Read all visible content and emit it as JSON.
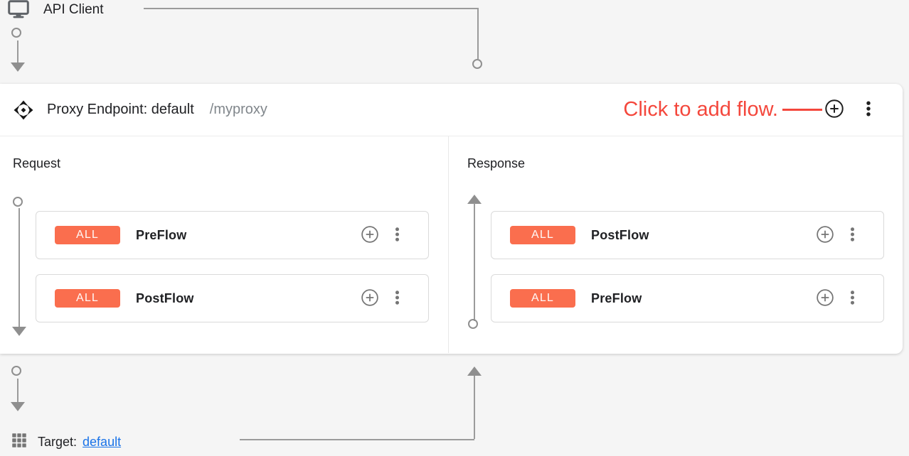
{
  "colors": {
    "badge_orange": "#fa6e4e",
    "annotation_red": "#f4473c",
    "link_blue": "#1a73e8",
    "connector_gray": "#8f8f8f",
    "text_dark": "#202124",
    "text_muted": "#80868b"
  },
  "icons": {
    "api_client": "monitor-icon",
    "proxy_endpoint": "move-arrows-icon",
    "add_flow": "plus-circle-icon",
    "menu": "kebab-menu-icon",
    "target": "apps-grid-icon"
  },
  "api_client": {
    "label": "API Client"
  },
  "proxy_endpoint": {
    "title": "Proxy Endpoint: default",
    "base_path": "/myproxy",
    "annotation": "Click to add flow.",
    "request": {
      "label": "Request",
      "flows": [
        {
          "condition": "ALL",
          "name": "PreFlow"
        },
        {
          "condition": "ALL",
          "name": "PostFlow"
        }
      ]
    },
    "response": {
      "label": "Response",
      "flows": [
        {
          "condition": "ALL",
          "name": "PostFlow"
        },
        {
          "condition": "ALL",
          "name": "PreFlow"
        }
      ]
    }
  },
  "target": {
    "label": "Target:",
    "link_text": "default"
  }
}
